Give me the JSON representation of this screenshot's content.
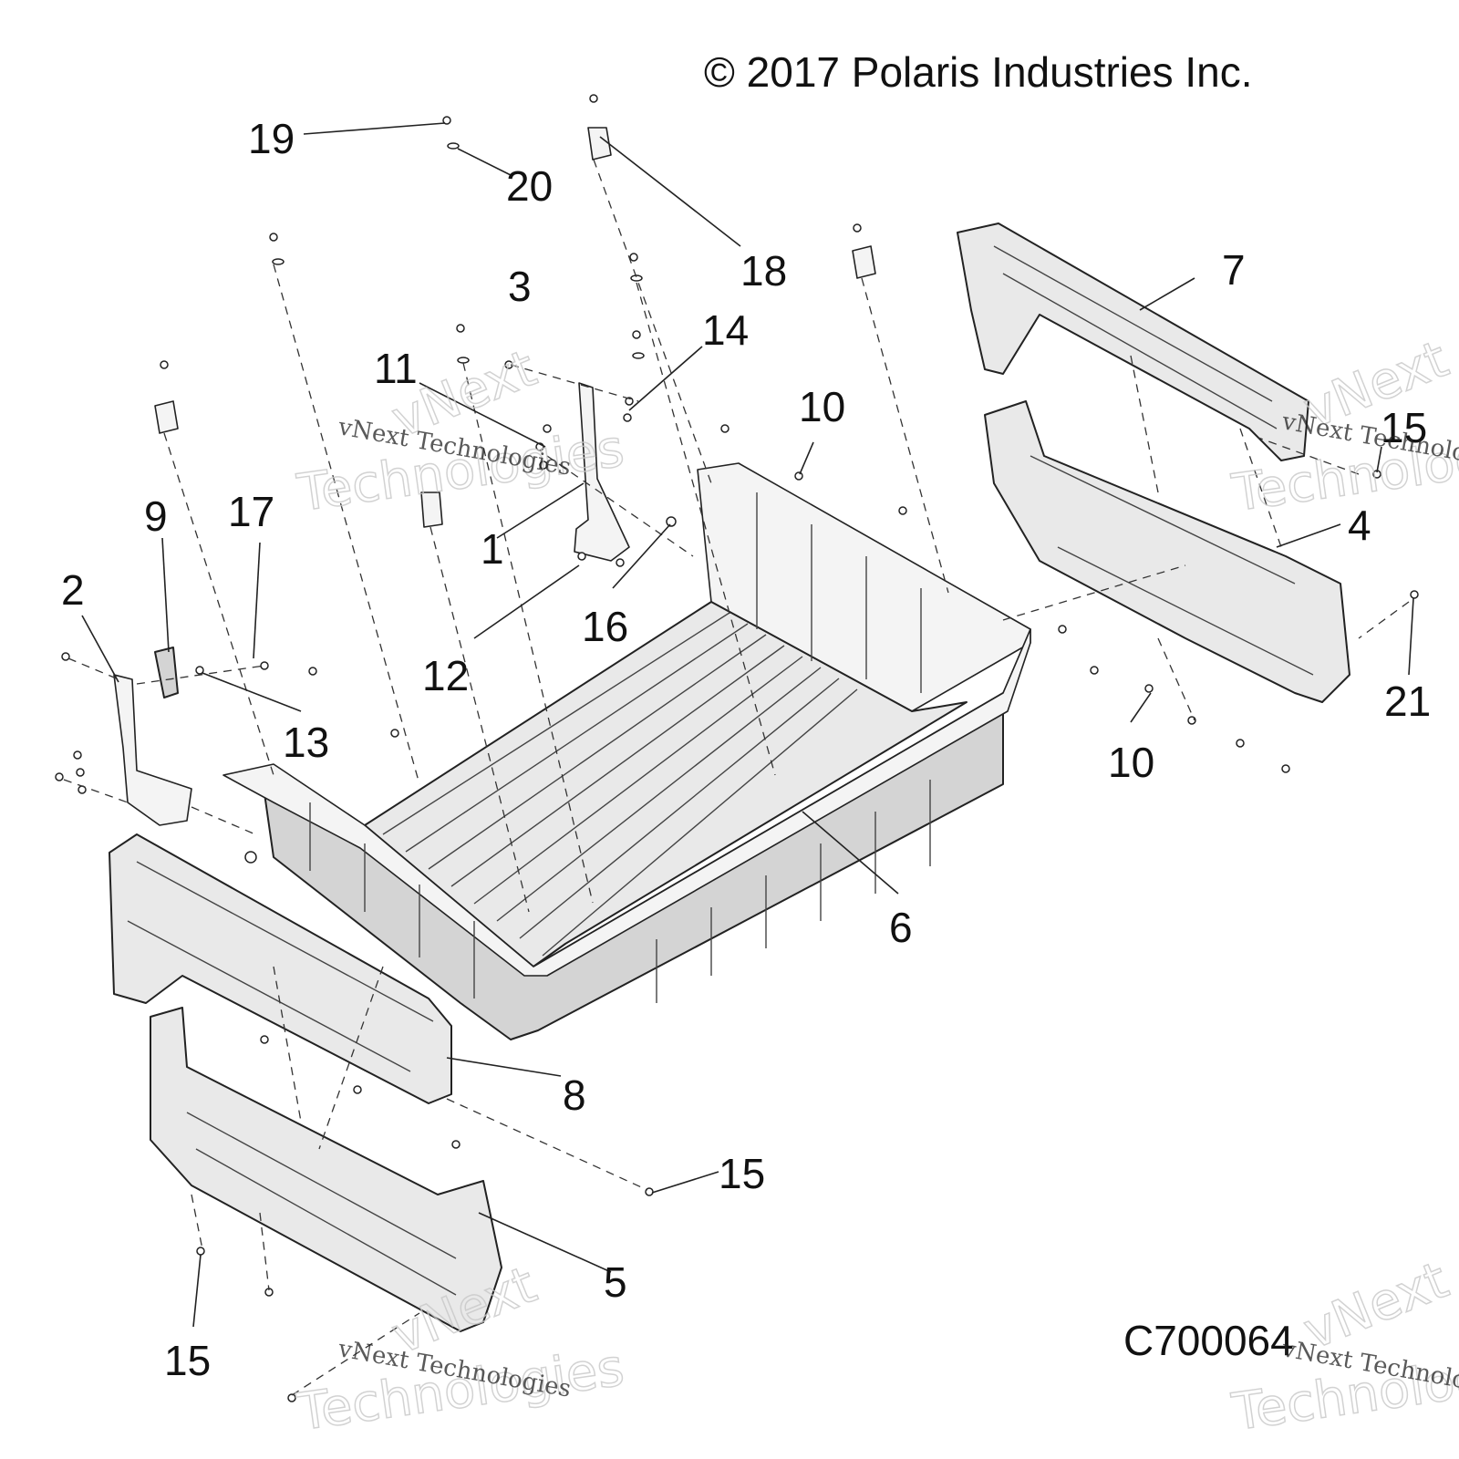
{
  "header": {
    "copyright": "© 2017 Polaris Industries Inc."
  },
  "footer": {
    "diagram_code": "C700064"
  },
  "watermark": {
    "line1": "vNext Technologies",
    "line2": "vNext",
    "line3": "Technologies"
  },
  "callouts": [
    "1",
    "2",
    "3",
    "4",
    "5",
    "6",
    "7",
    "8",
    "9",
    "10",
    "10",
    "11",
    "12",
    "13",
    "14",
    "15",
    "15",
    "15",
    "16",
    "17",
    "18",
    "19",
    "20",
    "21"
  ]
}
